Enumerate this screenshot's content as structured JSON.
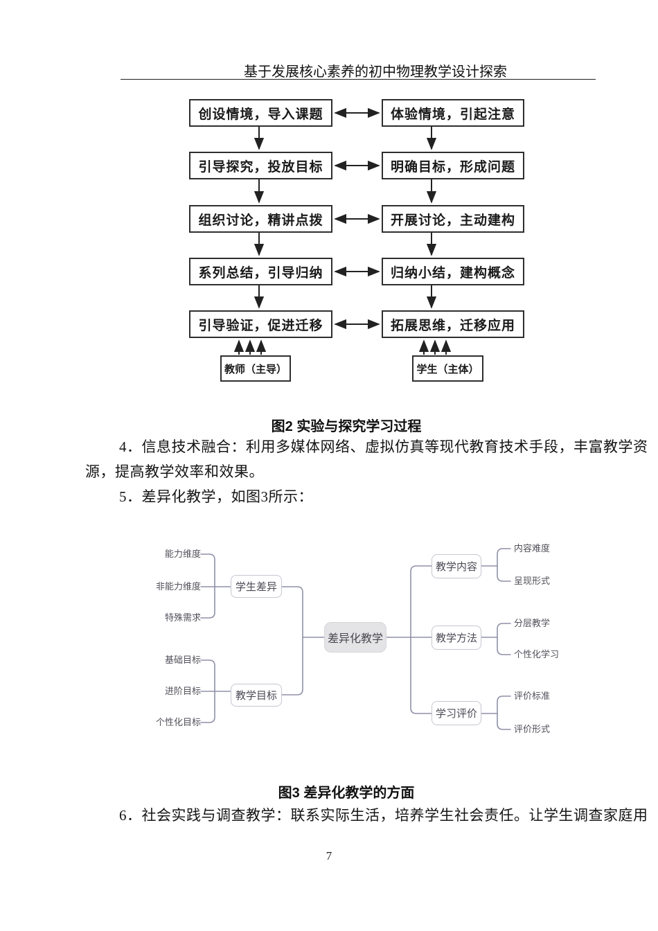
{
  "page": {
    "header_title": "基于发展核心素养的初中物理教学设计探索",
    "page_number": "7"
  },
  "figure2": {
    "caption": "图2 实验与探究学习过程",
    "rows": [
      {
        "teacher": "创设情境，导入课题",
        "student": "体验情境，引起注意"
      },
      {
        "teacher": "引导探究，投放目标",
        "student": "明确目标，形成问题"
      },
      {
        "teacher": "组织讨论，精讲点拨",
        "student": "开展讨论，主动建构"
      },
      {
        "teacher": "系列总结，引导归纳",
        "student": "归纳小结，建构概念"
      },
      {
        "teacher": "引导验证，促进迁移",
        "student": "拓展思维，迁移应用"
      }
    ],
    "teacher_role": "教师（主导）",
    "student_role": "学生（主体）"
  },
  "body": {
    "item4_line1": "4．信息技术融合：利用多媒体网络、虚拟仿真等现代教育技术手段，丰富教学资",
    "item4_line2": "源，提高教学效率和效果。",
    "item5": "5．差异化教学，如图3所示：",
    "item6": "6．社会实践与调查教学：联系实际生活，培养学生社会责任。让学生调查家庭用"
  },
  "figure3": {
    "caption": "图3 差异化教学的方面",
    "center": "差异化教学",
    "left_branches": [
      {
        "label": "学生差异",
        "leaves": [
          "能力维度",
          "非能力维度",
          "特殊需求"
        ]
      },
      {
        "label": "教学目标",
        "leaves": [
          "基础目标",
          "进阶目标",
          "个性化目标"
        ]
      }
    ],
    "right_branches": [
      {
        "label": "教学内容",
        "leaves": [
          "内容难度",
          "呈现形式"
        ]
      },
      {
        "label": "教学方法",
        "leaves": [
          "分层教学",
          "个性化学习"
        ]
      },
      {
        "label": "学习评价",
        "leaves": [
          "评价标准",
          "评价形式"
        ]
      }
    ]
  },
  "colors": {
    "flowchart_border": "#2e2e2e",
    "flowchart_arrow": "#222222",
    "mindmap_line": "#8f8fa8",
    "mindmap_box_border": "#c6c6cf",
    "mindmap_center_fill": "#e4e4e7",
    "mindmap_text": "#4a4a55"
  }
}
